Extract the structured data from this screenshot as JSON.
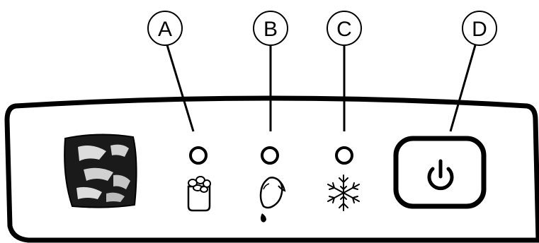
{
  "callouts": [
    {
      "id": "A",
      "label": "A",
      "target": "ice-full-indicator"
    },
    {
      "id": "B",
      "label": "B",
      "target": "add-water-indicator"
    },
    {
      "id": "C",
      "label": "C",
      "target": "ice-making-indicator"
    },
    {
      "id": "D",
      "label": "D",
      "target": "power-button"
    }
  ],
  "panel": {
    "logo_icon": "ice-cube-logo-icon",
    "indicators": [
      {
        "name": "ice-full-indicator",
        "icon": "ice-basket-icon",
        "lit": false
      },
      {
        "name": "add-water-indicator",
        "icon": "water-drop-icon",
        "lit": false
      },
      {
        "name": "ice-making-indicator",
        "icon": "snowflake-icon",
        "lit": false
      }
    ],
    "power_button": {
      "icon": "power-icon"
    }
  },
  "colors": {
    "stroke": "#000000",
    "background": "#ffffff",
    "logo_fill": "#1a1a1a"
  }
}
